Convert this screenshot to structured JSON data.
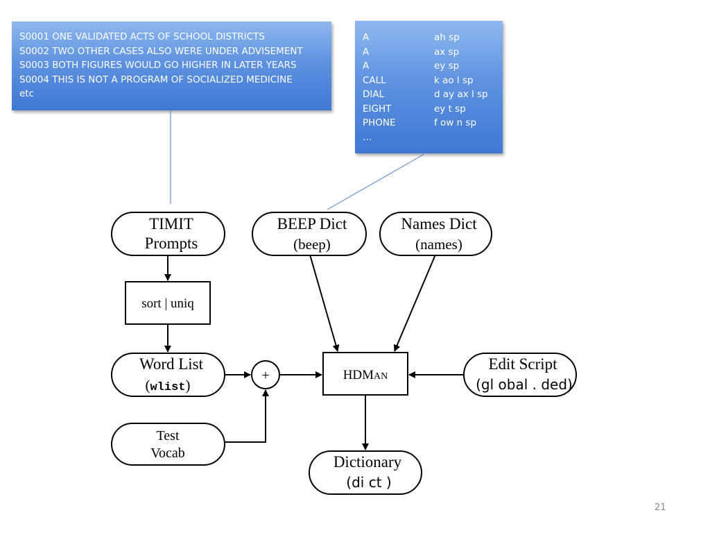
{
  "callouts": {
    "prompts": {
      "lines": [
        "S0001 ONE VALIDATED ACTS OF SCHOOL DISTRICTS",
        "S0002 TWO OTHER CASES ALSO WERE UNDER ADVISEMENT",
        "S0003 BOTH FIGURES WOULD GO HIGHER IN LATER YEARS",
        "S0004 THIS IS NOT A PROGRAM OF SOCIALIZED MEDICINE",
        "etc"
      ]
    },
    "dictionary": {
      "rows": [
        {
          "word": "A",
          "pron": "ah sp"
        },
        {
          "word": "A",
          "pron": "ax sp"
        },
        {
          "word": "A",
          "pron": "ey sp"
        },
        {
          "word": "CALL",
          "pron": "k ao l sp"
        },
        {
          "word": "DIAL",
          "pron": "d ay ax l sp"
        },
        {
          "word": "EIGHT",
          "pron": "ey t sp"
        },
        {
          "word": "PHONE",
          "pron": "f ow n sp"
        },
        {
          "word": "…",
          "pron": ""
        }
      ]
    }
  },
  "nodes": {
    "timit": {
      "line1": "TIMIT",
      "line2": "Prompts"
    },
    "beep": {
      "line1": "BEEP Dict",
      "line2": "(beep)"
    },
    "names": {
      "line1": "Names Dict",
      "line2": "(names)"
    },
    "sort": {
      "label": "sort | uniq"
    },
    "wordlist": {
      "line1": "Word List",
      "line2_open": "(",
      "line2_file": "wlist",
      "line2_close": ")"
    },
    "plus": {
      "label": "+"
    },
    "hdman": {
      "label_big": "HDM",
      "label_small": "AN"
    },
    "editscript": {
      "line1": "Edit Script",
      "line2": "(gl obal . ded)"
    },
    "testvocab": {
      "line1": "Test",
      "line2": "Vocab"
    },
    "dictionary": {
      "line1": "Dictionary",
      "line2": "(di ct )"
    }
  },
  "slide_number": "21",
  "colors": {
    "callout_top": "#8fb8ee",
    "callout_bottom": "#3f78d3",
    "connector": "#4a7fc8",
    "ink": "#000000"
  }
}
